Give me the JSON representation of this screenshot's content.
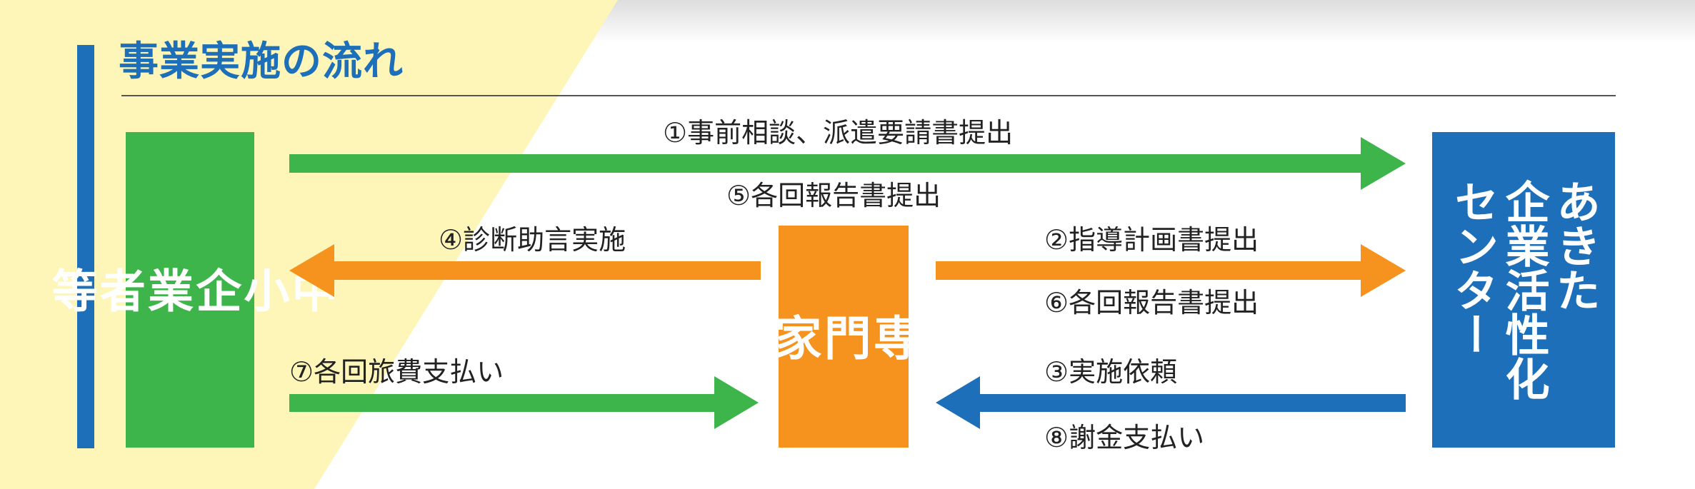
{
  "title": "事業実施の流れ",
  "colors": {
    "blue": "#1c6fb8",
    "green": "#3db54a",
    "orange": "#f6921e",
    "yellow_bg": "#fdf6b8"
  },
  "nodes": {
    "sme": "中\n小\n企\n業\n者\n等",
    "expert": "専\n門\n家",
    "center": "あきた\n企業活性化\nセンター"
  },
  "steps": {
    "s1": "①事前相談、派遣要請書提出",
    "s2": "②指導計画書提出",
    "s3": "③実施依頼",
    "s4": "④診断助言実施",
    "s5": "⑤各回報告書提出",
    "s6": "⑥各回報告書提出",
    "s7": "⑦各回旅費支払い",
    "s8": "⑧謝金支払い"
  }
}
